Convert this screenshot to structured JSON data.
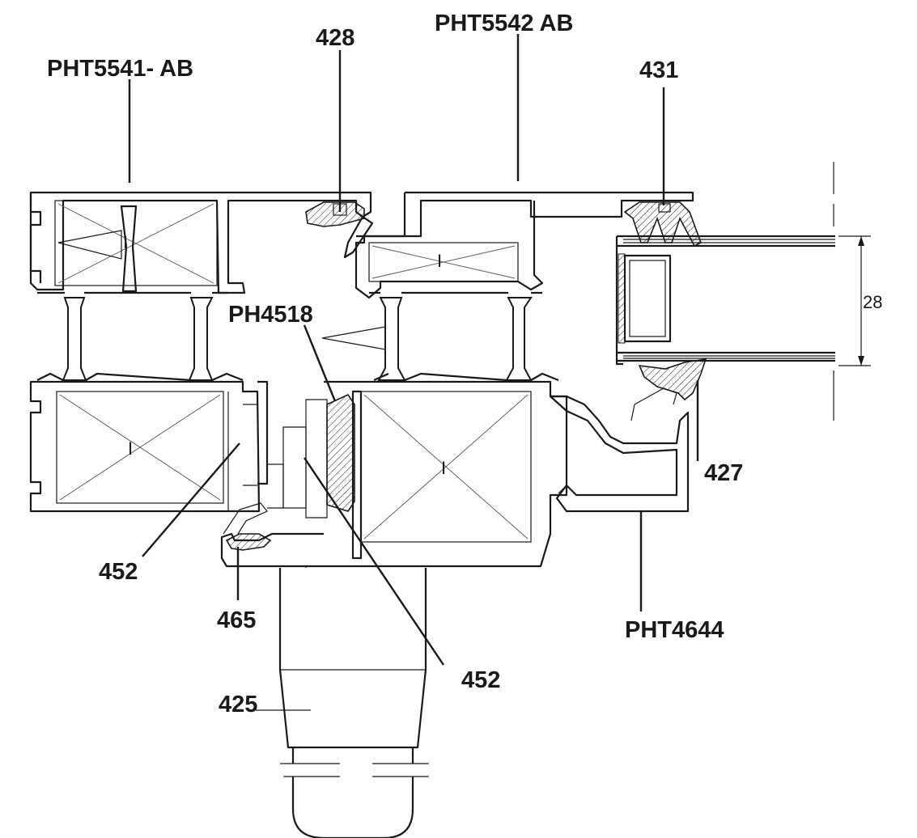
{
  "labels": {
    "pht5541": "PHT5541- AB",
    "l428": "428",
    "pht5542": "PHT5542 AB",
    "l431": "431",
    "ph4518": "PH4518",
    "dim28": "28",
    "l427": "427",
    "l452a": "452",
    "l465": "465",
    "pht4644": "PHT4644",
    "l452b": "452",
    "l425": "425"
  }
}
